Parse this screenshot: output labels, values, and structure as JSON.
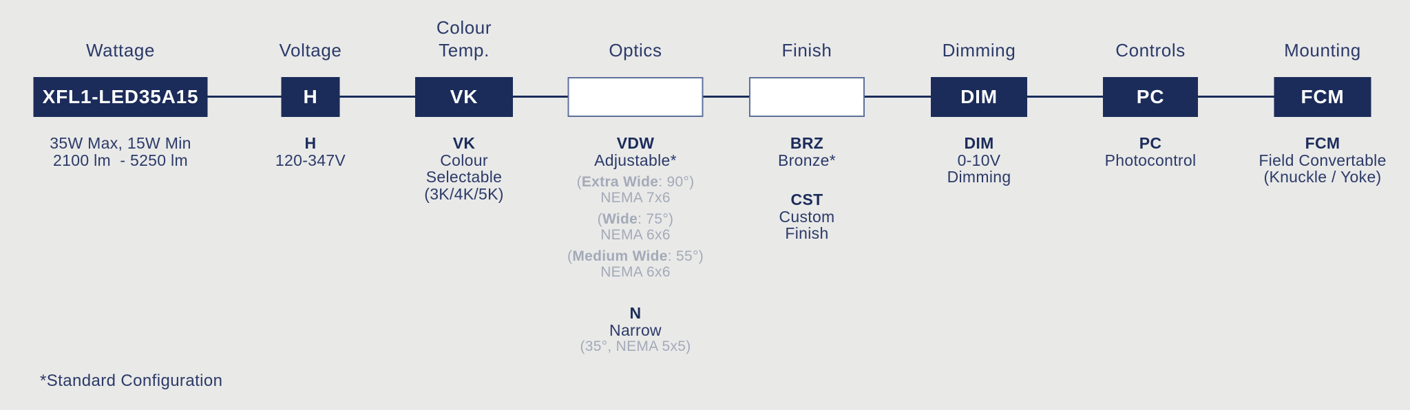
{
  "colors": {
    "background": "#e9e9e8",
    "navy_box": "#1b2c5a",
    "navy_text": "#2b3a68",
    "grey_text": "#a3aab8",
    "outline_box_border": "#5d6f9b"
  },
  "footnote": "*Standard Configuration",
  "columns": [
    {
      "id": "wattage",
      "header": "Wattage",
      "box": "XFL1-LED35A15",
      "desc1": "35W Max, 15W Min",
      "desc2": "2100 lm  - 5250 lm"
    },
    {
      "id": "voltage",
      "header": "Voltage",
      "box": "H",
      "code": "H",
      "desc1": "120-347V"
    },
    {
      "id": "colour-temp",
      "header1": "Colour",
      "header2": "Temp.",
      "box": "VK",
      "code": "VK",
      "desc1": "Colour",
      "desc2": "Selectable",
      "desc3": "(3K/4K/5K)"
    },
    {
      "id": "optics",
      "header": "Optics",
      "box": "",
      "code": "VDW",
      "desc1": "Adjustable*",
      "opt1": {
        "pre": "(",
        "bold": "Extra Wide",
        "post": ": 90°)"
      },
      "opt1b": "NEMA 7x6",
      "opt2": {
        "pre": "(",
        "bold": "Wide",
        "post": ": 75°)"
      },
      "opt2b": "NEMA 6x6",
      "opt3": {
        "pre": "(",
        "bold": "Medium Wide",
        "post": ": 55°)"
      },
      "opt3b": "NEMA 6x6",
      "code2": "N",
      "desc2": "Narrow",
      "desc3": "(35°, NEMA 5x5)"
    },
    {
      "id": "finish",
      "header": "Finish",
      "box": "",
      "code": "BRZ",
      "desc1": "Bronze*",
      "code2": "CST",
      "desc2": "Custom",
      "desc3": "Finish"
    },
    {
      "id": "dimming",
      "header": "Dimming",
      "box": "DIM",
      "code": "DIM",
      "desc1": "0-10V",
      "desc2": "Dimming"
    },
    {
      "id": "controls",
      "header": "Controls",
      "box": "PC",
      "code": "PC",
      "desc1": "Photocontrol"
    },
    {
      "id": "mounting",
      "header": "Mounting",
      "box": "FCM",
      "code": "FCM",
      "desc1": "Field Convertable",
      "desc2": "(Knuckle / Yoke)"
    }
  ]
}
